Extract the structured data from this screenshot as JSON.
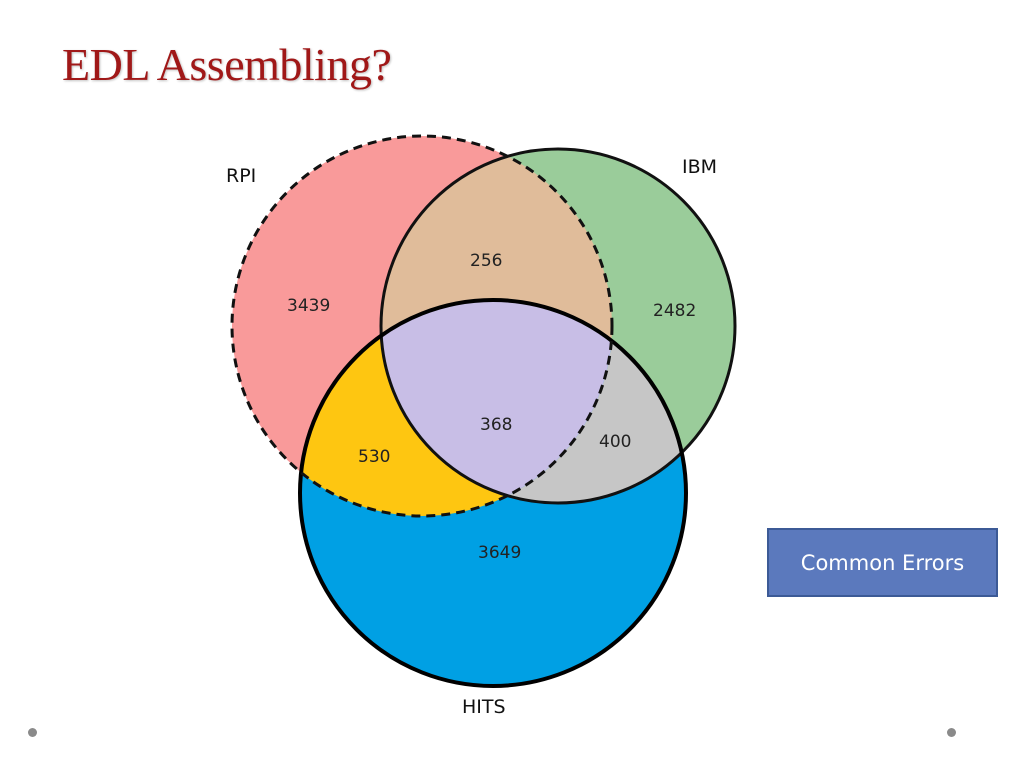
{
  "slide": {
    "title": "EDL Assembling?"
  },
  "venn": {
    "sets": {
      "rpi": {
        "label": "RPI",
        "color": "#f99a9a"
      },
      "ibm": {
        "label": "IBM",
        "color": "#9acc9a"
      },
      "hits": {
        "label": "HITS",
        "color": "#00a0e4"
      }
    },
    "regions": {
      "rpi_only": {
        "value": "3439",
        "color": "#f99a9a"
      },
      "ibm_only": {
        "value": "2482",
        "color": "#9acc9a"
      },
      "hits_only": {
        "value": "3649",
        "color": "#00a0e4"
      },
      "rpi_ibm": {
        "value": "256",
        "color": "#e0bc9a"
      },
      "rpi_hits": {
        "value": "530",
        "color": "#fec611"
      },
      "ibm_hits": {
        "value": "400",
        "color": "#c6c6c6"
      },
      "all_three": {
        "value": "368",
        "color": "#c8bee6"
      }
    }
  },
  "button": {
    "label": "Common Errors",
    "color": "#5b79bd"
  }
}
